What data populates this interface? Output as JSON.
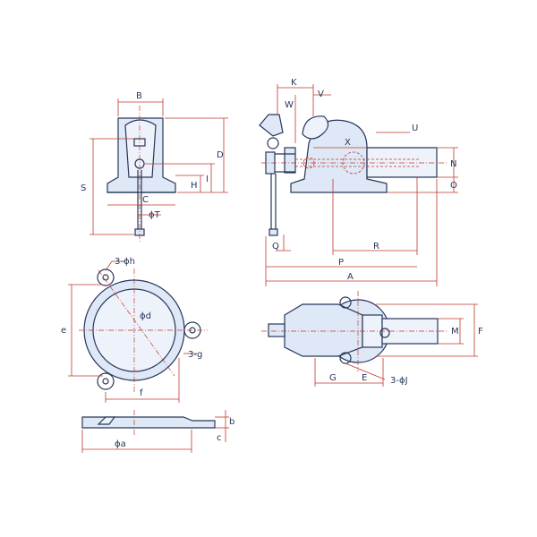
{
  "labels": {
    "B": "B",
    "D": "D",
    "S": "S",
    "H": "H",
    "I": "I",
    "C": "C",
    "T": "ϕT",
    "K": "K",
    "W": "W",
    "V": "V",
    "X": "X",
    "U": "U",
    "N": "N",
    "O": "O",
    "Q": "Q",
    "R": "R",
    "P": "P",
    "A": "A",
    "h": "3-ϕh",
    "e": "e",
    "d": "ϕd",
    "g": "3-g",
    "f": "f",
    "b": "b",
    "c": "c",
    "a": "ϕa",
    "M": "M",
    "F": "F",
    "G": "G",
    "E": "E",
    "J": "3-ϕJ"
  },
  "colors": {
    "outline": "#27375a",
    "fill": "#dfe8f7",
    "dimension": "#c0392b"
  }
}
